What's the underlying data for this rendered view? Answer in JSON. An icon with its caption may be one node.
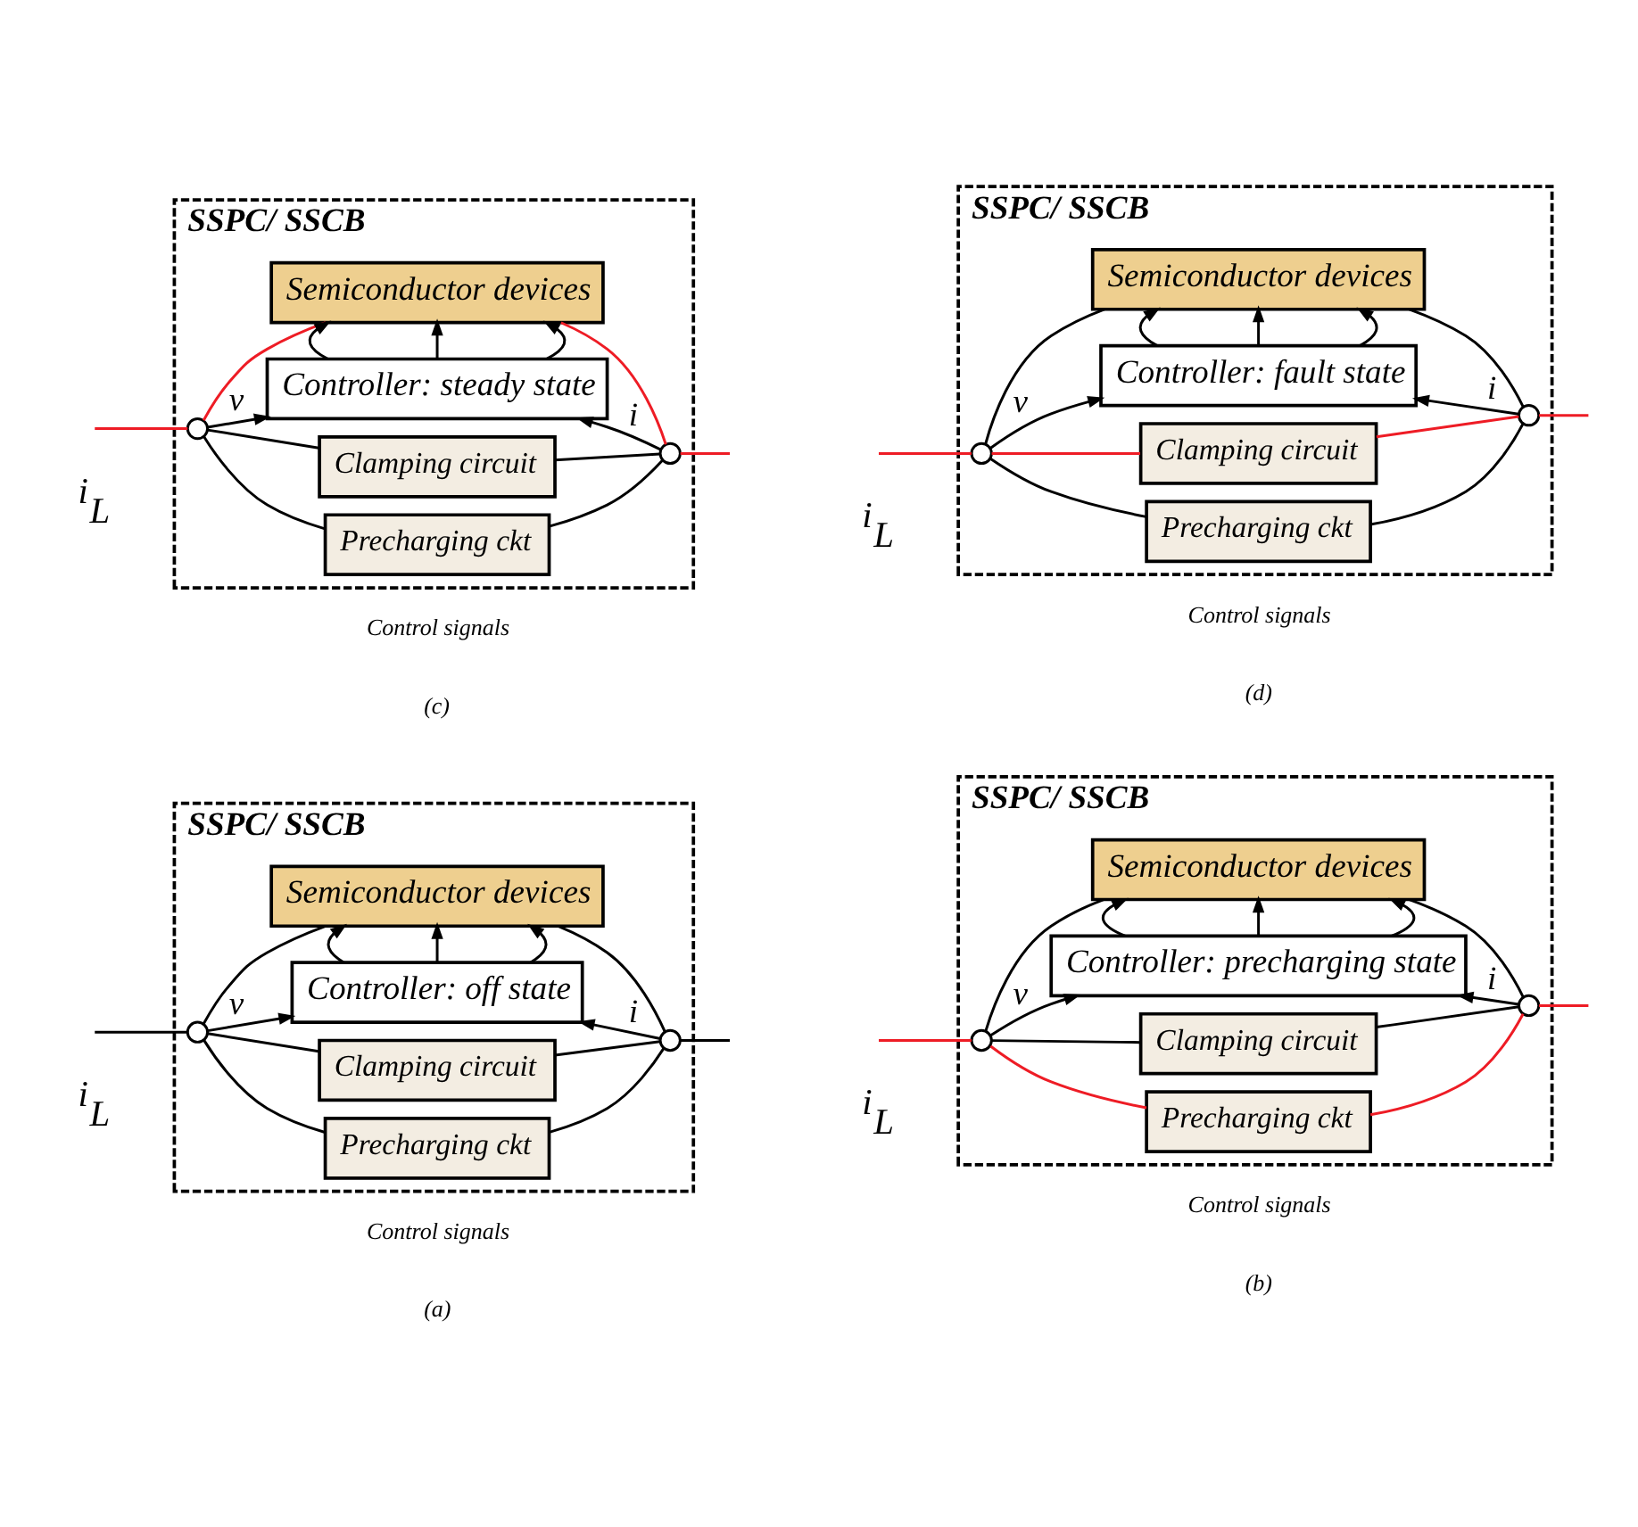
{
  "diagram": {
    "nodes": [
      {
        "text": [
          "SSPC/ SSCB"
        ]
      },
      {
        "text": [
          "Precharging ckt"
        ],
        "in": 0
      },
      {
        "text": [
          "Clamping circuit"
        ],
        "in": 0
      },
      {
        "text": [
          "Semiconductor devices"
        ],
        "in": 0
      },
      {
        "text": [],
        "shape": "circle",
        "in": 0
      },
      {
        "text": [],
        "shape": "circle",
        "in": 0
      },
      {
        "text": [
          "Controller: off state"
        ],
        "in": 0
      },
      {
        "text": [
          "SSPC/ SSCB"
        ]
      },
      {
        "text": [
          "Precharging ckt"
        ],
        "in": 7
      },
      {
        "text": [
          "Clamping circuit"
        ],
        "in": 7
      },
      {
        "text": [
          "Semiconductor devices"
        ],
        "in": 7
      },
      {
        "text": [],
        "shape": "circle",
        "in": 7
      },
      {
        "text": [],
        "shape": "circle",
        "in": 7
      },
      {
        "text": [
          "Controller: precharging state"
        ],
        "in": 7
      },
      {
        "text": [
          "SSPC/ SSCB"
        ]
      },
      {
        "text": [
          "Precharging ckt"
        ],
        "in": 14
      },
      {
        "text": [
          "Clamping circuit"
        ],
        "in": 14
      },
      {
        "text": [
          "Semiconductor devices"
        ],
        "in": 14
      },
      {
        "text": [],
        "shape": "circle",
        "in": 14
      },
      {
        "text": [],
        "shape": "circle",
        "in": 14
      },
      {
        "text": [
          "Controller: steady state"
        ],
        "in": 14
      },
      {
        "text": [
          "SSPC/ SSCB"
        ]
      },
      {
        "text": [
          "Precharging ckt"
        ],
        "in": 21
      },
      {
        "text": [
          "Clamping circuit"
        ],
        "in": 21
      },
      {
        "text": [
          "Semiconductor devices"
        ],
        "in": 21
      },
      {
        "text": [],
        "shape": "circle",
        "in": 21
      },
      {
        "text": [],
        "shape": "circle",
        "in": 21
      },
      {
        "text": [
          "Controller: fault state"
        ],
        "in": 21
      }
    ],
    "edges": [
      {
        "from": null,
        "to": 4,
        "arrow": "none"
      },
      {
        "from": 4,
        "to": 1,
        "arrow": "none"
      },
      {
        "from": 4,
        "to": 2,
        "arrow": "none"
      },
      {
        "from": 4,
        "to": 3,
        "arrow": "none"
      },
      {
        "from": 1,
        "to": 5,
        "arrow": "none"
      },
      {
        "from": 2,
        "to": 5,
        "arrow": "none"
      },
      {
        "from": 3,
        "to": 5,
        "arrow": "none"
      },
      {
        "from": 5,
        "to": null,
        "arrow": "none"
      },
      {
        "from": 4,
        "to": 6,
        "arrow": "to",
        "label": "v"
      },
      {
        "from": 5,
        "to": 6,
        "arrow": "to",
        "label": "i"
      },
      {
        "from": 6,
        "to": 3,
        "arrow": "to"
      },
      {
        "from": 6,
        "to": 3,
        "arrow": "to"
      },
      {
        "from": 6,
        "to": 3,
        "arrow": "to"
      },
      {
        "from": null,
        "to": 11,
        "arrow": "none",
        "color": "#ee1c25"
      },
      {
        "from": 11,
        "to": 8,
        "arrow": "none",
        "color": "#ee1c25"
      },
      {
        "from": 11,
        "to": 9,
        "arrow": "none"
      },
      {
        "from": 11,
        "to": 10,
        "arrow": "none"
      },
      {
        "from": 8,
        "to": 12,
        "arrow": "none",
        "color": "#ee1c25"
      },
      {
        "from": 9,
        "to": 12,
        "arrow": "none"
      },
      {
        "from": 10,
        "to": 12,
        "arrow": "none"
      },
      {
        "from": 12,
        "to": null,
        "arrow": "none",
        "color": "#ee1c25"
      },
      {
        "from": 11,
        "to": 13,
        "arrow": "to",
        "label": "v"
      },
      {
        "from": 12,
        "to": 13,
        "arrow": "to",
        "label": "i"
      },
      {
        "from": 13,
        "to": 10,
        "arrow": "to"
      },
      {
        "from": 13,
        "to": 10,
        "arrow": "to"
      },
      {
        "from": 13,
        "to": 10,
        "arrow": "to"
      },
      {
        "from": null,
        "to": 18,
        "arrow": "none",
        "color": "#ee1c25"
      },
      {
        "from": 18,
        "to": 15,
        "arrow": "none"
      },
      {
        "from": 18,
        "to": 16,
        "arrow": "none"
      },
      {
        "from": 18,
        "to": 17,
        "arrow": "none",
        "color": "#ee1c25"
      },
      {
        "from": 15,
        "to": 19,
        "arrow": "none"
      },
      {
        "from": 16,
        "to": 19,
        "arrow": "none"
      },
      {
        "from": 17,
        "to": 19,
        "arrow": "none",
        "color": "#ee1c25"
      },
      {
        "from": 19,
        "to": null,
        "arrow": "none",
        "color": "#ee1c25"
      },
      {
        "from": 18,
        "to": 20,
        "arrow": "to",
        "label": "v"
      },
      {
        "from": 19,
        "to": 20,
        "arrow": "to",
        "label": "i"
      },
      {
        "from": 20,
        "to": 17,
        "arrow": "to"
      },
      {
        "from": 20,
        "to": 17,
        "arrow": "to"
      },
      {
        "from": 20,
        "to": 17,
        "arrow": "to"
      },
      {
        "from": null,
        "to": 25,
        "arrow": "none",
        "color": "#ee1c25"
      },
      {
        "from": 25,
        "to": 22,
        "arrow": "none"
      },
      {
        "from": 25,
        "to": 23,
        "arrow": "none",
        "color": "#ee1c25"
      },
      {
        "from": 25,
        "to": 24,
        "arrow": "none"
      },
      {
        "from": 22,
        "to": 26,
        "arrow": "none"
      },
      {
        "from": 23,
        "to": 26,
        "arrow": "none",
        "color": "#ee1c25"
      },
      {
        "from": 24,
        "to": 26,
        "arrow": "none"
      },
      {
        "from": 26,
        "to": null,
        "arrow": "none",
        "color": "#ee1c25"
      },
      {
        "from": 25,
        "to": 27,
        "arrow": "to",
        "label": "v"
      },
      {
        "from": 26,
        "to": 27,
        "arrow": "to",
        "label": "i"
      },
      {
        "from": 27,
        "to": 24,
        "arrow": "to"
      },
      {
        "from": 27,
        "to": 24,
        "arrow": "to"
      },
      {
        "from": 27,
        "to": 24,
        "arrow": "to"
      }
    ],
    "labels": [
      "i$_{L}$",
      "Control signals",
      "(a)",
      "i$_{L}$",
      "Control signals",
      "(b)",
      "i$_{L}$",
      "Control signals",
      "(c)",
      "i$_{L}$",
      "Control signals",
      "(d)"
    ]
  }
}
